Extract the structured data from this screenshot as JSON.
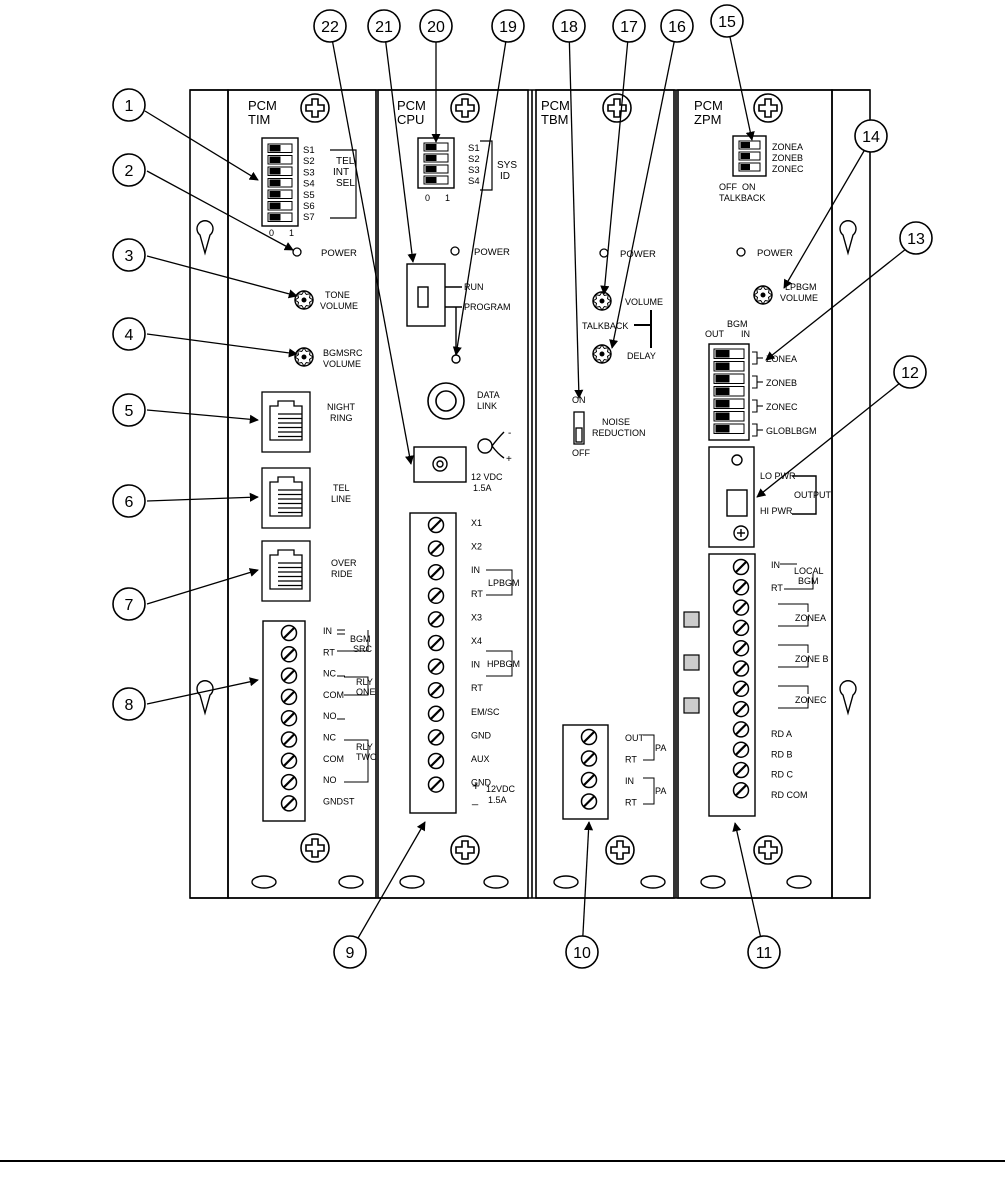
{
  "modules": {
    "tim": {
      "title1": "PCM",
      "title2": "TIM",
      "switches": [
        "S1",
        "S2",
        "S3",
        "S4",
        "S5",
        "S6",
        "S7"
      ],
      "sw_axis": [
        "0",
        "1"
      ],
      "sel": [
        "TEL",
        "INT",
        "SEL"
      ],
      "power": "POWER",
      "tone": [
        "TONE",
        "VOLUME"
      ],
      "bgmsrc": [
        "BGMSRC",
        "VOLUME"
      ],
      "night": [
        "NIGHT",
        "RING"
      ],
      "tel": [
        "TEL",
        "LINE"
      ],
      "over": [
        "OVER",
        "RIDE"
      ],
      "terms": [
        "IN",
        "RT",
        "NC",
        "COM",
        "NO",
        "NC",
        "COM",
        "NO",
        "GNDST"
      ],
      "groups": [
        [
          "BGM",
          "SRC"
        ],
        [
          "RLY",
          "ONE"
        ],
        [
          "RLY",
          "TWO"
        ]
      ]
    },
    "cpu": {
      "title1": "PCM",
      "title2": "CPU",
      "switches": [
        "S1",
        "S2",
        "S3",
        "S4"
      ],
      "sw_axis": [
        "0",
        "1"
      ],
      "sys": [
        "SYS",
        "ID"
      ],
      "power": "POWER",
      "run": "RUN",
      "program": "PROGRAM",
      "datalink": [
        "DATA",
        "LINK"
      ],
      "vdc": [
        "12 VDC",
        "1.5A"
      ],
      "pol": [
        "-",
        "+"
      ],
      "terms": [
        "X1",
        "X2",
        "IN",
        "RT",
        "X3",
        "X4",
        "IN",
        "RT",
        "EM/SC",
        "GND",
        "AUX",
        "GND"
      ],
      "lpbgm": "LPBGM",
      "hpbgm": "HPBGM",
      "vdc2": [
        "+",
        "12VDC",
        "_",
        "1.5A"
      ]
    },
    "tbm": {
      "title1": "PCM",
      "title2": "TBM",
      "power": "POWER",
      "volume": "VOLUME",
      "talkback": "TALKBACK",
      "delay": "DELAY",
      "on": "ON",
      "off": "OFF",
      "noise": [
        "NOISE",
        "REDUCTION"
      ],
      "terms": [
        "OUT",
        "RT",
        "IN",
        "RT"
      ],
      "pa": "PA"
    },
    "zpm": {
      "title1": "PCM",
      "title2": "ZPM",
      "zones": [
        "ZONEA",
        "ZONEB",
        "ZONEC"
      ],
      "off_on": "OFF  ON",
      "talkback": "TALKBACK",
      "power": "POWER",
      "lpbgm": [
        "LPBGM",
        "VOLUME"
      ],
      "bgm_hdr": [
        "BGM",
        "OUT",
        "IN"
      ],
      "bgm_zones": [
        "ZONEA",
        "ZONEB",
        "ZONEC",
        "GLOBLBGM"
      ],
      "lopwr": "LO PWR",
      "output": "OUTPUT",
      "hipwr": "HI PWR",
      "local": [
        "IN",
        "LOCAL",
        "RT",
        "BGM"
      ],
      "zoneterms": [
        "ZONEA",
        "ZONE B",
        "ZONEC"
      ],
      "rd": [
        "RD A",
        "RD B",
        "RD C",
        "RD COM"
      ]
    }
  },
  "callouts": [
    "1",
    "2",
    "3",
    "4",
    "5",
    "6",
    "7",
    "8",
    "9",
    "10",
    "11",
    "12",
    "13",
    "14",
    "15",
    "16",
    "17",
    "18",
    "19",
    "20",
    "21",
    "22"
  ]
}
